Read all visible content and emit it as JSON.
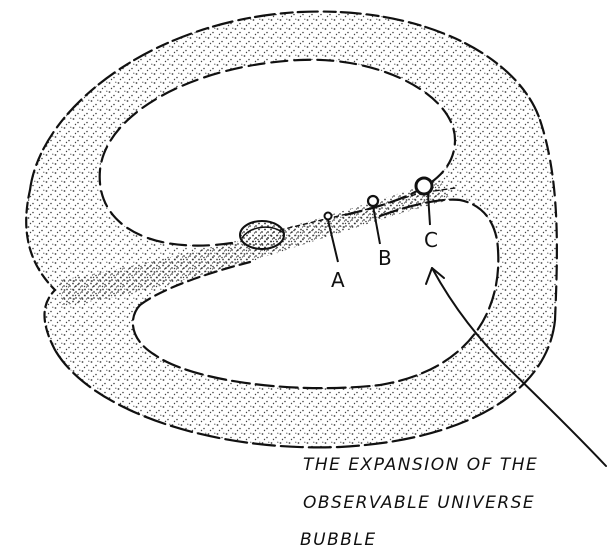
{
  "diagram": {
    "points": [
      {
        "id": "A",
        "label": "A"
      },
      {
        "id": "B",
        "label": "B"
      },
      {
        "id": "C",
        "label": "C"
      }
    ],
    "caption": {
      "line1": "THE EXPANSION OF THE",
      "line2": "OBSERVABLE UNIVERSE",
      "line3": "BUBBLE"
    },
    "colors": {
      "ink": "#111111",
      "paper": "#ffffff",
      "stipple": "#444444"
    }
  }
}
